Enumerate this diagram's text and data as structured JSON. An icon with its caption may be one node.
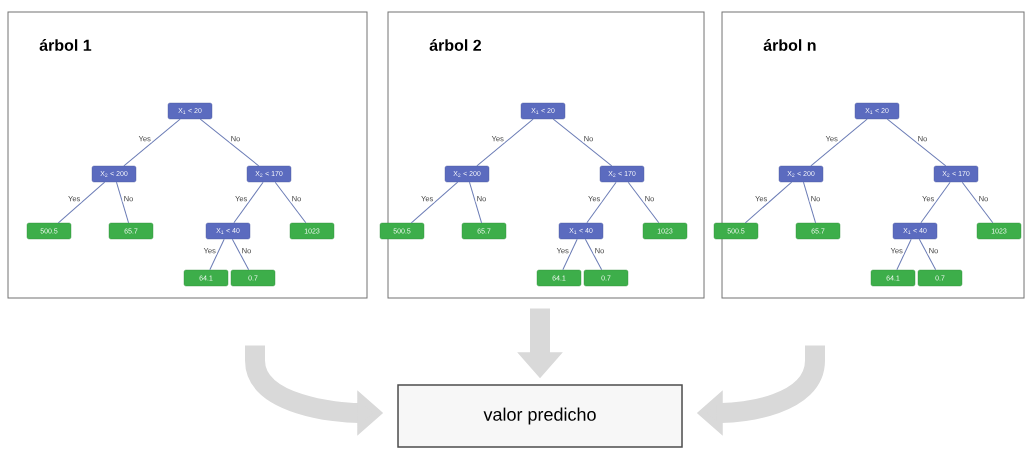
{
  "diagram": {
    "nodes": [
      {
        "text": [
          "árbol 1"
        ]
      },
      {
        "text": [
          "X$_{1}$ < 20"
        ],
        "in": 0
      },
      {
        "text": [
          "X$_{2}$ < 200"
        ],
        "in": 0
      },
      {
        "text": [
          "X$_{2}$ < 170"
        ],
        "in": 0
      },
      {
        "text": [
          "500.5"
        ],
        "in": 0
      },
      {
        "text": [
          "65.7"
        ],
        "in": 0
      },
      {
        "text": [
          "X$_{1}$ < 40"
        ],
        "in": 0
      },
      {
        "text": [
          "1023"
        ],
        "in": 0
      },
      {
        "text": [
          "64.1"
        ],
        "in": 0
      },
      {
        "text": [
          "0.7"
        ],
        "in": 0
      },
      {
        "text": [
          "árbol 2"
        ]
      },
      {
        "text": [
          "X$_{1}$ < 20"
        ],
        "in": 10
      },
      {
        "text": [
          "X$_{2}$ < 200"
        ],
        "in": 10
      },
      {
        "text": [
          "X$_{2}$ < 170"
        ],
        "in": 10
      },
      {
        "text": [
          "500.5"
        ],
        "in": 10
      },
      {
        "text": [
          "65.7"
        ],
        "in": 10
      },
      {
        "text": [
          "X$_{1}$ < 40"
        ],
        "in": 10
      },
      {
        "text": [
          "1023"
        ],
        "in": 10
      },
      {
        "text": [
          "64.1"
        ],
        "in": 10
      },
      {
        "text": [
          "0.7"
        ],
        "in": 10
      },
      {
        "text": [
          "árbol n"
        ]
      },
      {
        "text": [
          "X$_{1}$ < 20"
        ],
        "in": 20
      },
      {
        "text": [
          "X$_{2}$ < 200"
        ],
        "in": 20
      },
      {
        "text": [
          "X$_{2}$ < 170"
        ],
        "in": 20
      },
      {
        "text": [
          "500.5"
        ],
        "in": 20
      },
      {
        "text": [
          "65.7"
        ],
        "in": 20
      },
      {
        "text": [
          "X$_{1}$ < 40"
        ],
        "in": 20
      },
      {
        "text": [
          "1023"
        ],
        "in": 20
      },
      {
        "text": [
          "64.1"
        ],
        "in": 20
      },
      {
        "text": [
          "0.7"
        ],
        "in": 20
      },
      {
        "text": [
          "valor predicho"
        ]
      }
    ],
    "edges": [
      {
        "from": 1,
        "to": 2,
        "arrow": "none",
        "label": "Yes"
      },
      {
        "from": 1,
        "to": 3,
        "arrow": "none",
        "label": "No"
      },
      {
        "from": 2,
        "to": 4,
        "arrow": "none",
        "label": "Yes"
      },
      {
        "from": 2,
        "to": 5,
        "arrow": "none",
        "label": "No"
      },
      {
        "from": 3,
        "to": 6,
        "arrow": "none",
        "label": "Yes"
      },
      {
        "from": 3,
        "to": 7,
        "arrow": "none",
        "label": "No"
      },
      {
        "from": 6,
        "to": 8,
        "arrow": "none",
        "label": "Yes"
      },
      {
        "from": 6,
        "to": 9,
        "arrow": "none",
        "label": "No"
      },
      {
        "from": 11,
        "to": 12,
        "arrow": "none",
        "label": "Yes"
      },
      {
        "from": 11,
        "to": 13,
        "arrow": "none",
        "label": "No"
      },
      {
        "from": 12,
        "to": 14,
        "arrow": "none",
        "label": "Yes"
      },
      {
        "from": 12,
        "to": 15,
        "arrow": "none",
        "label": "No"
      },
      {
        "from": 13,
        "to": 16,
        "arrow": "none",
        "label": "Yes"
      },
      {
        "from": 13,
        "to": 17,
        "arrow": "none",
        "label": "No"
      },
      {
        "from": 16,
        "to": 18,
        "arrow": "none",
        "label": "Yes"
      },
      {
        "from": 16,
        "to": 19,
        "arrow": "none",
        "label": "No"
      },
      {
        "from": 21,
        "to": 22,
        "arrow": "none",
        "label": "Yes"
      },
      {
        "from": 21,
        "to": 23,
        "arrow": "none",
        "label": "No"
      },
      {
        "from": 22,
        "to": 24,
        "arrow": "none",
        "label": "Yes"
      },
      {
        "from": 22,
        "to": 25,
        "arrow": "none",
        "label": "No"
      },
      {
        "from": 23,
        "to": 26,
        "arrow": "none",
        "label": "Yes"
      },
      {
        "from": 23,
        "to": 27,
        "arrow": "none",
        "label": "No"
      },
      {
        "from": 26,
        "to": 28,
        "arrow": "none",
        "label": "Yes"
      },
      {
        "from": 26,
        "to": 29,
        "arrow": "none",
        "label": "No"
      },
      {
        "from": 0,
        "to": 30,
        "arrow": "to",
        "style": "thick",
        "color": "#d9d9d9"
      },
      {
        "from": 10,
        "to": 30,
        "arrow": "to",
        "style": "thick",
        "color": "#d9d9d9"
      },
      {
        "from": 20,
        "to": 30,
        "arrow": "to",
        "style": "thick",
        "color": "#d9d9d9"
      }
    ]
  }
}
